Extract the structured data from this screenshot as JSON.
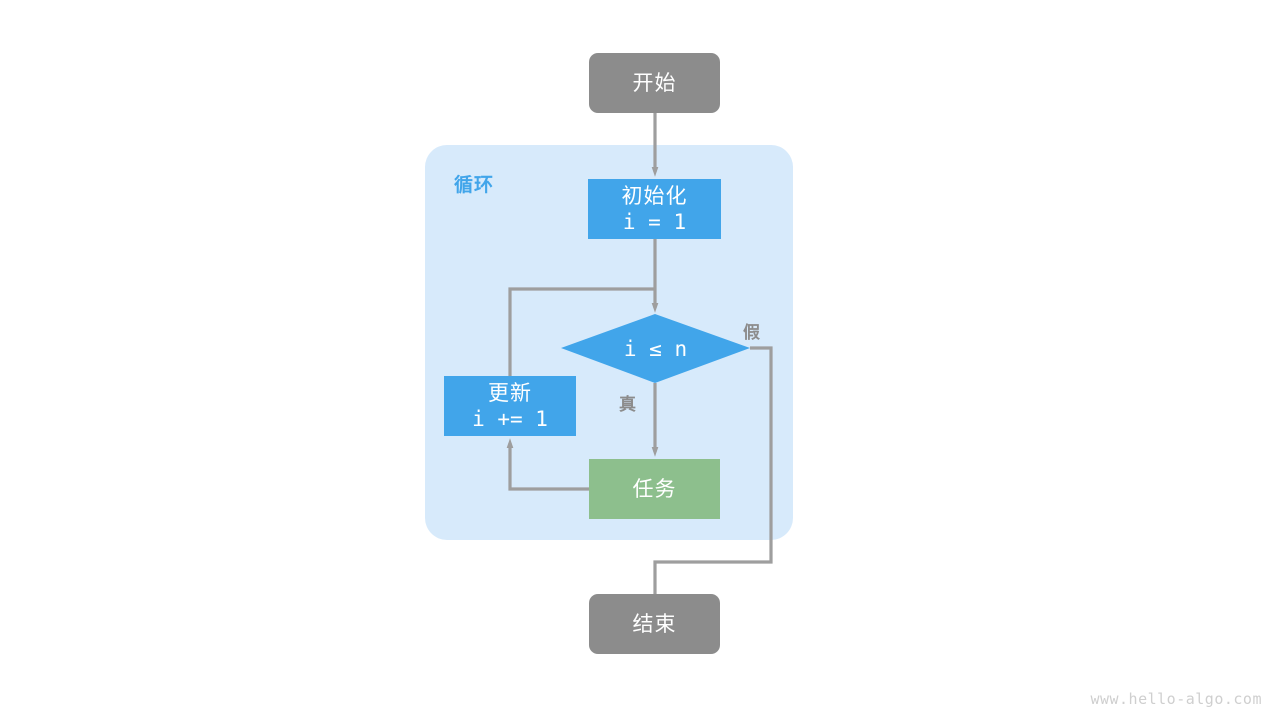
{
  "diagram": {
    "title_watermark": "www.hello-algo.com",
    "colors": {
      "terminal_gray": "#8c8c8c",
      "process_blue": "#41a5ea",
      "task_green": "#8dbf8d",
      "group_bg": "#d7eafb",
      "connector_gray": "#9e9e9e",
      "text_white": "#ffffff",
      "label_gray": "#8c8c8c",
      "watermark_gray": "#cfcfcf",
      "canvas_bg": "#ffffff"
    },
    "group": {
      "label": "循环"
    },
    "nodes": {
      "start": {
        "label": "开始",
        "shape": "rounded-terminal"
      },
      "init": {
        "line1": "初始化",
        "line2": "i = 1",
        "shape": "rectangle"
      },
      "condition": {
        "label": "i ≤ n",
        "shape": "diamond"
      },
      "update": {
        "line1": "更新",
        "line2": "i += 1",
        "shape": "rectangle"
      },
      "task": {
        "label": "任务",
        "shape": "rectangle"
      },
      "end": {
        "label": "结束",
        "shape": "rounded-terminal"
      }
    },
    "edge_labels": {
      "true_branch": "真",
      "false_branch": "假"
    }
  }
}
